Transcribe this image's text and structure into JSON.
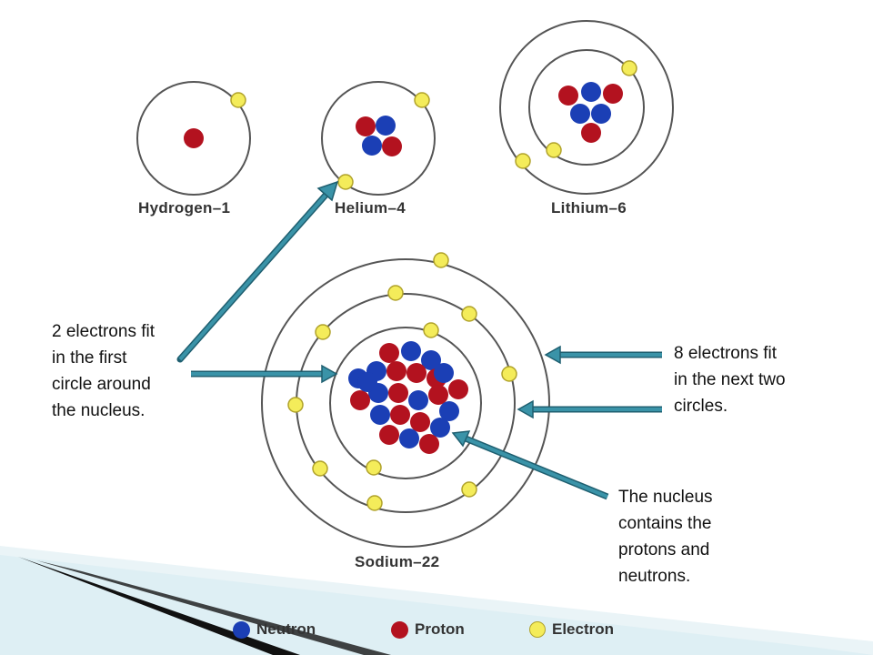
{
  "atoms": {
    "hydrogen": {
      "label": "Hydrogen–1"
    },
    "helium": {
      "label": "Helium–4"
    },
    "lithium": {
      "label": "Lithium–6"
    },
    "sodium": {
      "label": "Sodium–22"
    }
  },
  "annotations": {
    "first_shell": [
      "2 electrons fit",
      "in the first",
      "circle around",
      "the nucleus."
    ],
    "next_shells": [
      "8 electrons fit",
      "in the next two",
      "circles."
    ],
    "nucleus": [
      "The nucleus",
      "contains the",
      "protons and",
      "neutrons."
    ]
  },
  "legend": [
    {
      "label": "Neutron",
      "color": "#1b3fb5"
    },
    {
      "label": "Proton",
      "color": "#b3121f"
    },
    {
      "label": "Electron",
      "color": "#f4ec5a"
    }
  ],
  "colors": {
    "proton": "#b3121f",
    "neutron": "#1b3fb5",
    "electron": "#f4ec5a",
    "electron_outline": "#b0a22a",
    "orbit": "#555555",
    "arrow": "#3a93a8",
    "arrow_dark": "#1f5f70"
  }
}
